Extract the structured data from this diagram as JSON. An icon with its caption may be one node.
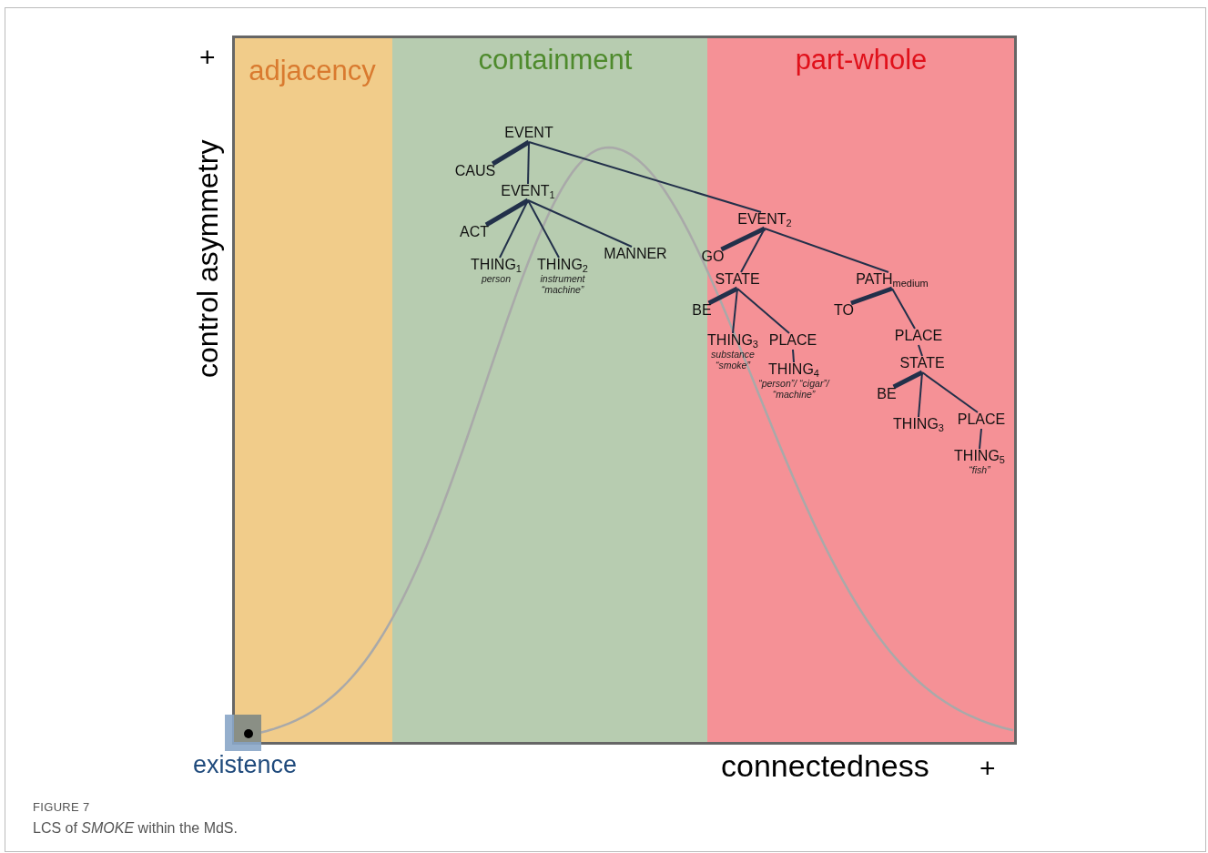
{
  "diagram": {
    "title": "FIGURE 7",
    "caption": "LCS of *SMOKE* within the MdS.",
    "nodes": [
      {
        "text": [
          "adjacency"
        ]
      },
      {
        "text": [
          "containment"
        ]
      },
      {
        "text": [
          "part-whole"
        ]
      },
      {
        "text": [
          "EVENT"
        ],
        "in": 1
      },
      {
        "text": [
          "CAUS"
        ],
        "in": 1
      },
      {
        "text": [
          "EVENT$_{1}$"
        ],
        "in": 1
      },
      {
        "text": [
          "ACT"
        ],
        "in": 1
      },
      {
        "text": [
          "THING$_{1}$",
          "person"
        ],
        "in": 1
      },
      {
        "text": [
          "THING$_{2}$",
          "instrument “machine”"
        ],
        "in": 1
      },
      {
        "text": [
          "MANNER"
        ],
        "in": 1
      },
      {
        "text": [
          "EVENT$_{2}$"
        ],
        "in": 2
      },
      {
        "text": [
          "GO"
        ],
        "in": 2
      },
      {
        "text": [
          "STATE"
        ],
        "in": 2
      },
      {
        "text": [
          "PATH$_{medium}$"
        ],
        "in": 2
      },
      {
        "text": [
          "BE"
        ]
      },
      {
        "text": [
          "THING$_{3}$",
          "substance “smoke”"
        ],
        "in": 2
      },
      {
        "text": [
          "PLACE"
        ],
        "in": 2
      },
      {
        "text": [
          "THING$_{4}$",
          "“person”/ “cigar”/ “machine”"
        ],
        "in": 2
      },
      {
        "text": [
          "TO"
        ],
        "in": 2
      },
      {
        "text": [
          "PLACE"
        ],
        "in": 2
      },
      {
        "text": [
          "STATE"
        ],
        "in": 2
      },
      {
        "text": [
          "BE"
        ],
        "in": 2
      },
      {
        "text": [
          "THING$_{3}$"
        ],
        "in": 2
      },
      {
        "text": [
          "PLACE"
        ],
        "in": 2
      },
      {
        "text": [
          "THING$_{5}$",
          "“fish”"
        ],
        "in": 2
      }
    ],
    "edges": [
      {
        "from": 3,
        "to": 4,
        "arrow": "none",
        "style": "thick"
      },
      {
        "from": 3,
        "to": 5,
        "arrow": "none"
      },
      {
        "from": 3,
        "to": 10,
        "arrow": "none"
      },
      {
        "from": 5,
        "to": 6,
        "arrow": "none",
        "style": "thick"
      },
      {
        "from": 5,
        "to": 7,
        "arrow": "none"
      },
      {
        "from": 5,
        "to": 8,
        "arrow": "none"
      },
      {
        "from": 5,
        "to": 9,
        "arrow": "none"
      },
      {
        "from": 10,
        "to": 11,
        "arrow": "none",
        "style": "thick"
      },
      {
        "from": 10,
        "to": 12,
        "arrow": "none"
      },
      {
        "from": 10,
        "to": 13,
        "arrow": "none"
      },
      {
        "from": 12,
        "to": 14,
        "arrow": "none",
        "style": "thick"
      },
      {
        "from": 12,
        "to": 15,
        "arrow": "none"
      },
      {
        "from": 12,
        "to": 16,
        "arrow": "none"
      },
      {
        "from": 16,
        "to": 17,
        "arrow": "none"
      },
      {
        "from": 13,
        "to": 18,
        "arrow": "none",
        "style": "thick"
      },
      {
        "from": 13,
        "to": 19,
        "arrow": "none"
      },
      {
        "from": 19,
        "to": 20,
        "arrow": "none"
      },
      {
        "from": 20,
        "to": 21,
        "arrow": "none",
        "style": "thick"
      },
      {
        "from": 20,
        "to": 22,
        "arrow": "none"
      },
      {
        "from": 20,
        "to": 23,
        "arrow": "none"
      },
      {
        "from": 23,
        "to": 24,
        "arrow": "none"
      }
    ],
    "labels": [
      "+",
      "control asymmetry",
      "existence",
      "connectedness",
      "+"
    ]
  }
}
